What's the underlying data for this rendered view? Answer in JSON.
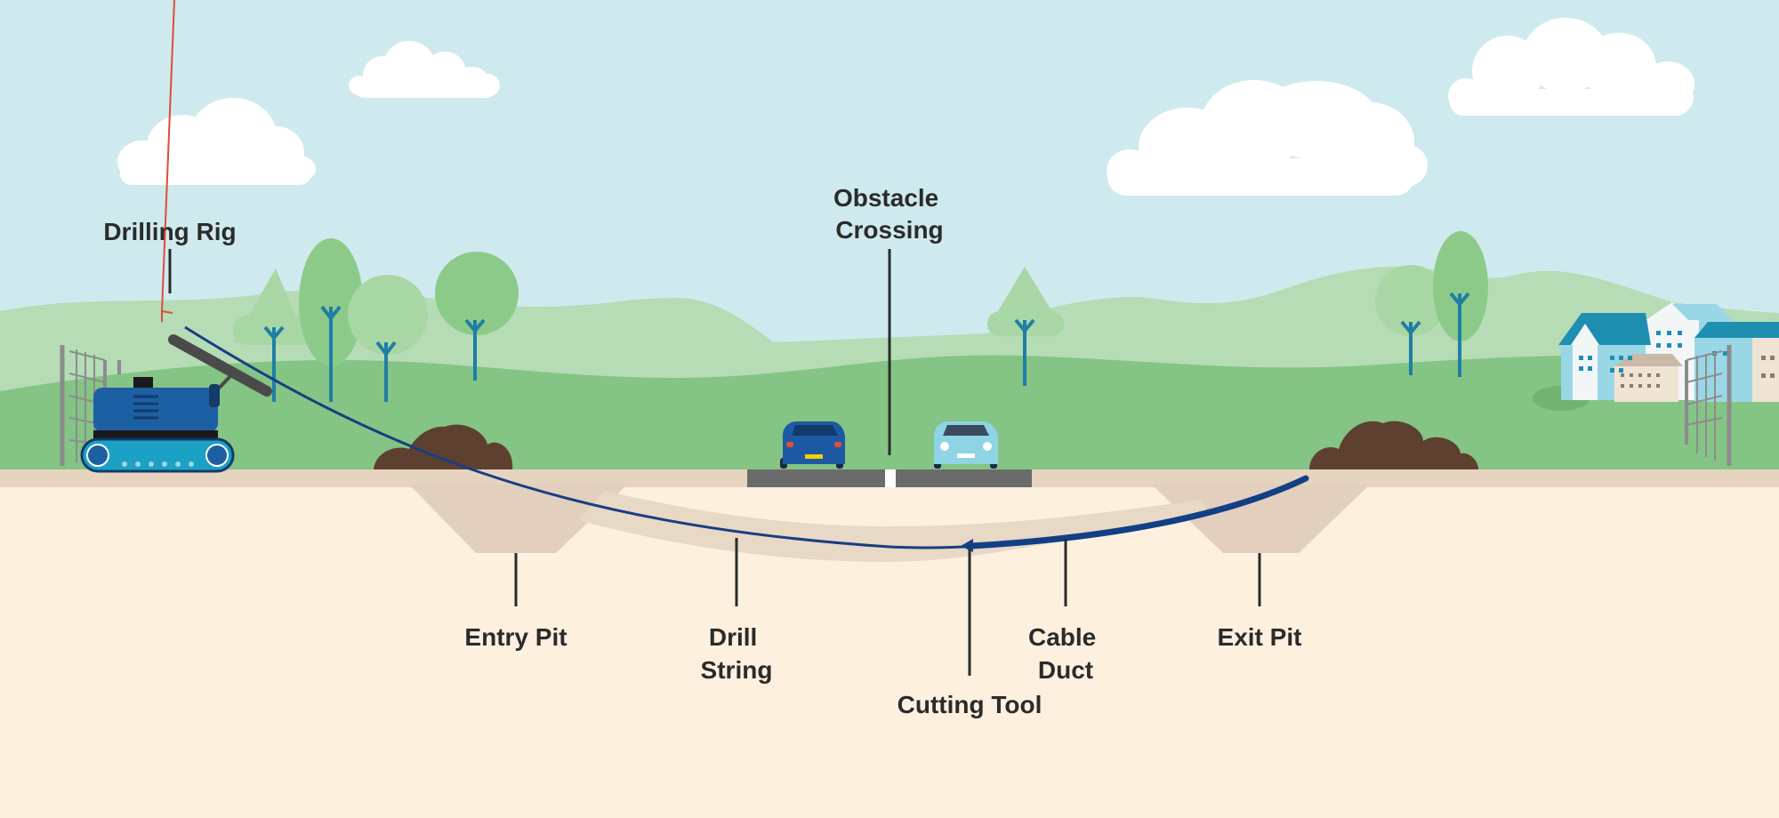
{
  "labels": {
    "drilling_rig": "Drilling Rig",
    "obstacle_crossing": [
      "Obstacle",
      "Crossing"
    ],
    "entry_pit": "Entry Pit",
    "drill_string": [
      "Drill",
      "String"
    ],
    "cutting_tool": "Cutting Tool",
    "cable_duct": [
      "Cable",
      "Duct"
    ],
    "exit_pit": "Exit Pit"
  },
  "colors": {
    "sky": "#cfeaee",
    "far_hills": "#b5dcb5",
    "near_grass": "#84c484",
    "tree_light": "#a8d6a4",
    "tree_mid": "#8cca8a",
    "trunk": "#1e7ea6",
    "ground_strip": "#e6d3c0",
    "soil": "#fdf0df",
    "pit": "#e2cfbd",
    "spoil": "#5e4030",
    "road": "#6b6b6b",
    "rig_body": "#1d5fa3",
    "rig_dark": "#143a6b",
    "rig_track": "#1aa1c4",
    "drill_string": "#173f82",
    "cable_duct": "#123f86",
    "leader": "#2b2b2b",
    "arrow_red": "#e04b3a",
    "car_blue": "#1d5aa3",
    "car_light": "#8ed4e4",
    "house_teal": "#1e8fb0",
    "house_light": "#9ad7e6",
    "house_white": "#f3f6f7",
    "house_beige": "#efe3d3"
  },
  "icons": {
    "rig": "drilling-rig-icon",
    "car1": "car-icon",
    "car2": "car-icon",
    "houses": "houses-icon"
  }
}
